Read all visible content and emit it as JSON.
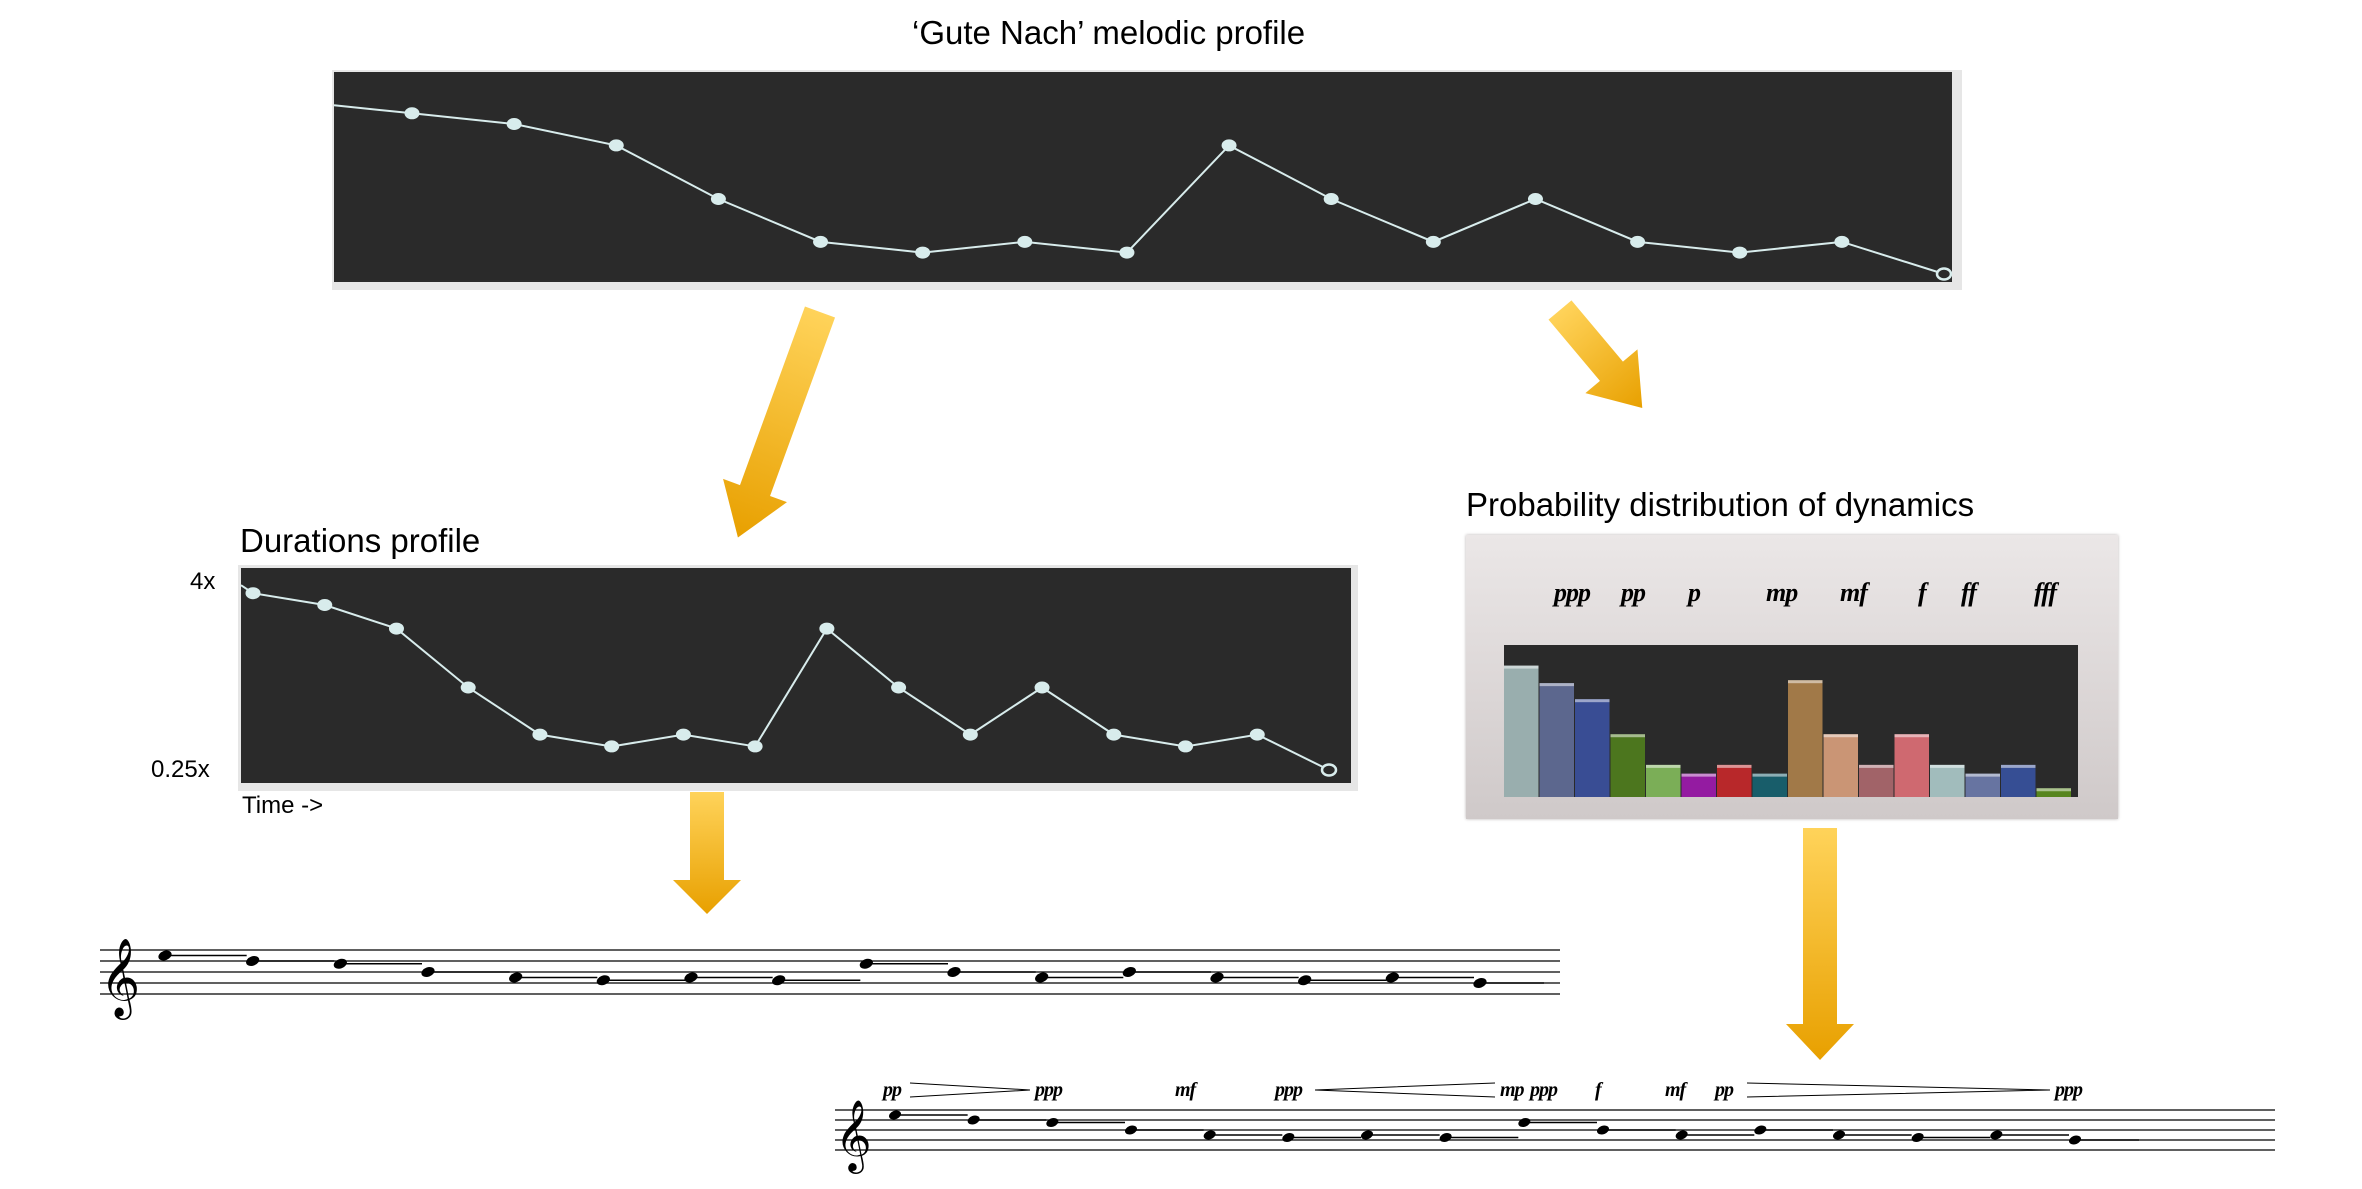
{
  "melodic": {
    "title": "‘Gute Nach’ melodic profile",
    "values": [
      8,
      7.8,
      7.4,
      6.4,
      5.6,
      5.4,
      5.6,
      5.4,
      7.4,
      6.4,
      5.6,
      6.4,
      5.6,
      5.4,
      5.6,
      5.0
    ]
  },
  "durations": {
    "title": "Durations profile",
    "y_top_label": "4x",
    "y_bottom_label": "0.25x",
    "x_label": "Time ->",
    "values": [
      8,
      7.8,
      7.4,
      6.4,
      5.6,
      5.4,
      5.6,
      5.4,
      7.4,
      6.4,
      5.6,
      6.4,
      5.6,
      5.4,
      5.6,
      5.0
    ]
  },
  "dynamics": {
    "title": "Probability distribution of dynamics",
    "labels": [
      "ppp",
      "pp",
      "p",
      "mp",
      "mf",
      "f",
      "ff",
      "fff"
    ]
  },
  "chart_data": {
    "type": "bar",
    "bar_values": [
      0.9,
      0.78,
      0.67,
      0.43,
      0.22,
      0.16,
      0.22,
      0.16,
      0.8,
      0.43,
      0.22,
      0.43,
      0.22,
      0.16,
      0.22,
      0.06
    ],
    "bar_colors": [
      "#9fb5b5",
      "#5f6a94",
      "#3a4f9a",
      "#4e7a1e",
      "#7fb55a",
      "#9a1aa8",
      "#c0282a",
      "#17606e",
      "#a87d4a",
      "#d39b79",
      "#a8666c",
      "#d86d74",
      "#a8c4c4",
      "#6a78a8",
      "#37509a",
      "#5a8a1e"
    ]
  },
  "score_top": {
    "note_steps": [
      7,
      6,
      5.5,
      4,
      3,
      2.5,
      3,
      2.5,
      5.5,
      4,
      3,
      4,
      3,
      2.5,
      3,
      2
    ]
  },
  "score_bottom": {
    "dynamics_marks": [
      "pp",
      "ppp",
      "mf",
      "ppp",
      "mp",
      "ppp",
      "f",
      "mf",
      "pp",
      "ppp"
    ],
    "note_steps": [
      7,
      6,
      5.5,
      4,
      3,
      2.5,
      3,
      2.5,
      5.5,
      4,
      3,
      4,
      3,
      2.5,
      3,
      2
    ]
  },
  "colors": {
    "panel_bg": "#2a2a2a",
    "line": "#d8ecec",
    "arrow_light": "#ffd35a",
    "arrow_dark": "#e8a000",
    "dyn_panel_bg": "#d9d5d5"
  }
}
